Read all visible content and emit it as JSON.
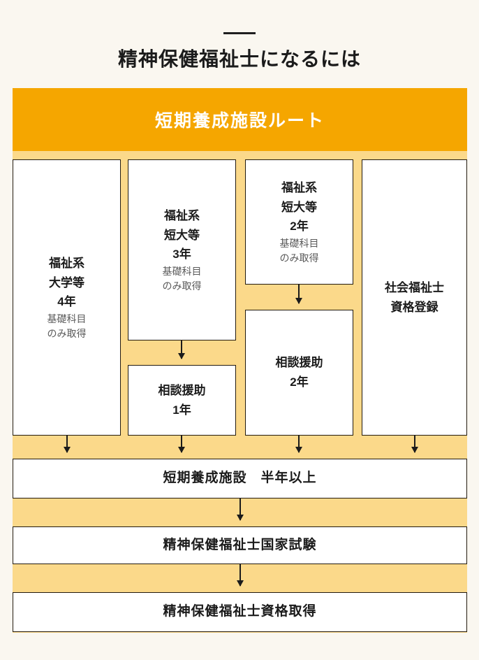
{
  "page": {
    "title": "精神保健福祉士になるには",
    "background_color": "#faf7f0",
    "divider_color": "#1f1f1f"
  },
  "chart": {
    "header_label": "短期養成施設ルート",
    "header_color": "#f5a600",
    "body_color": "#fbd98a",
    "box_border_color": "#221a0e",
    "box_fill_color": "#ffffff",
    "text_color": "#1b1b1b",
    "subtext_color": "#5a5a5a"
  },
  "columns": [
    {
      "id": "col-fukushi-daigaku",
      "boxes": [
        {
          "id": "fukushi-daigaku-4nen",
          "main": [
            "福祉系",
            "大学等",
            "4年"
          ],
          "sub": [
            "基礎科目",
            "のみ取得"
          ]
        }
      ]
    },
    {
      "id": "col-fukushi-tandai-3nen",
      "boxes": [
        {
          "id": "fukushi-tandai-3nen",
          "main": [
            "福祉系",
            "短大等",
            "3年"
          ],
          "sub": [
            "基礎科目",
            "のみ取得"
          ]
        },
        {
          "id": "soudan-enjo-1nen",
          "main": [
            "相談援助",
            "1年"
          ],
          "sub": []
        }
      ]
    },
    {
      "id": "col-fukushi-tandai-2nen",
      "boxes": [
        {
          "id": "fukushi-tandai-2nen",
          "main": [
            "福祉系",
            "短大等",
            "2年"
          ],
          "sub": [
            "基礎科目",
            "のみ取得"
          ]
        },
        {
          "id": "soudan-enjo-2nen",
          "main": [
            "相談援助",
            "2年"
          ],
          "sub": []
        }
      ]
    },
    {
      "id": "col-shakai-fukushishi",
      "boxes": [
        {
          "id": "shakai-fukushishi-touroku",
          "main": [
            "社会福祉士",
            "資格登録"
          ],
          "sub": []
        }
      ]
    }
  ],
  "steps": [
    {
      "id": "tanki-yousei-shisetsu",
      "label": "短期養成施設　半年以上"
    },
    {
      "id": "kokka-shiken",
      "label": "精神保健福祉士国家試験"
    },
    {
      "id": "shikaku-shutoku",
      "label": "精神保健福祉士資格取得"
    }
  ]
}
